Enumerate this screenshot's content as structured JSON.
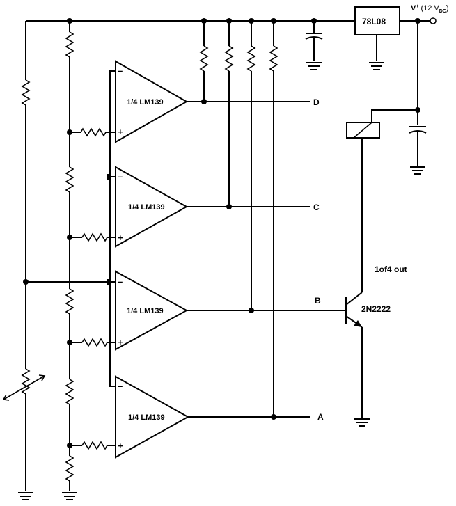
{
  "regulator_label": "78L08",
  "supply_label": "V",
  "supply_sup": "+",
  "supply_value_prefix": "(12 V",
  "supply_value_sub": "DC",
  "supply_value_suffix": ")",
  "comparators": [
    {
      "label": "1/4 LM139"
    },
    {
      "label": "1/4 LM139"
    },
    {
      "label": "1/4 LM139"
    },
    {
      "label": "1/4 LM139"
    }
  ],
  "outputs": {
    "a": "A",
    "b": "B",
    "c": "C",
    "d": "D"
  },
  "transistor_label": "2N2222",
  "relay_note": "1of4 out",
  "minus_sign": "–",
  "plus_sign": "+"
}
